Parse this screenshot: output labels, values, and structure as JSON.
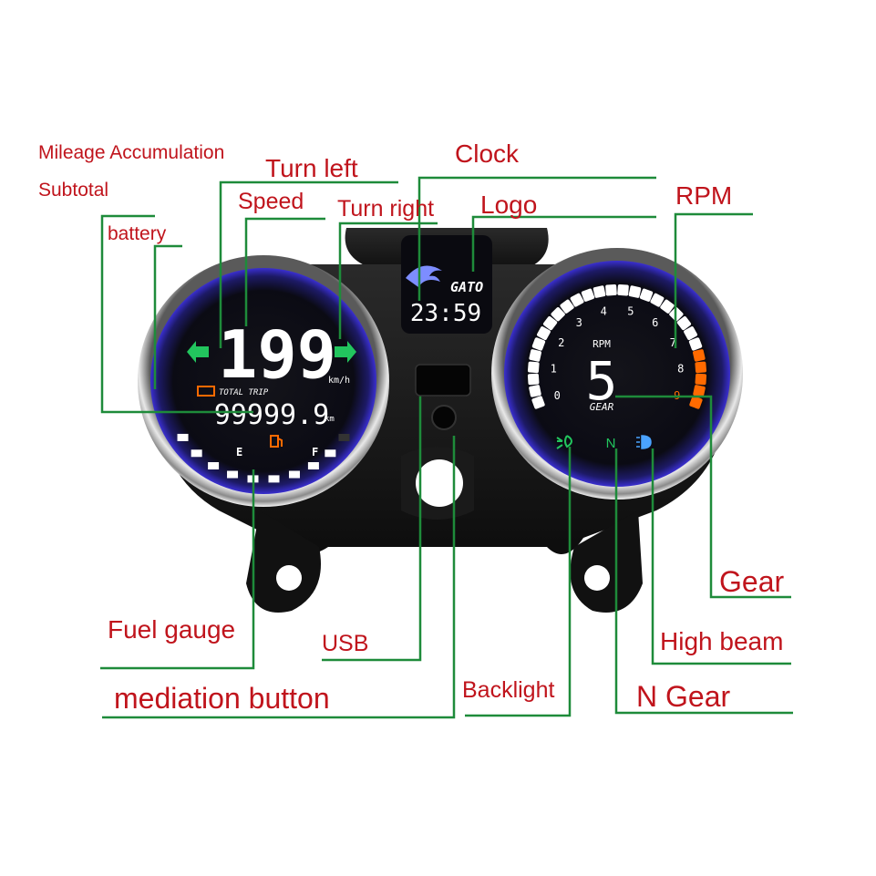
{
  "colors": {
    "label_text": "#c0141c",
    "leader_line": "#1e8b3a",
    "lcd_white": "#ffffff",
    "indicator_green": "#22c55e",
    "warning_orange": "#ff6a00",
    "housing": "#141414",
    "chrome_ring": "#c9c9c9"
  },
  "labels": {
    "mileage": "Mileage Accumulation",
    "subtotal": "Subtotal",
    "battery": "battery",
    "turn_left": "Turn left",
    "speed": "Speed",
    "turn_right": "Turn right",
    "clock": "Clock",
    "logo": "Logo",
    "rpm": "RPM",
    "gear": "Gear",
    "high_beam": "High beam",
    "n_gear": "N Gear",
    "fuel_gauge": "Fuel gauge",
    "usb": "USB",
    "mediation_button": "mediation button",
    "backlight": "Backlight"
  },
  "display": {
    "brand": "GATO",
    "clock_time": "23:59",
    "speed_value": "199",
    "speed_unit": "km/h",
    "trip_label": "TOTAL TRIP",
    "odometer": "99999.9",
    "odometer_unit": "km",
    "fuel_empty": "E",
    "fuel_full": "F",
    "rpm_label": "RPM",
    "gear_value": "5",
    "gear_label": "GEAR",
    "neutral": "N",
    "rpm_scale": [
      "0",
      "1",
      "2",
      "3",
      "4",
      "5",
      "6",
      "7",
      "8",
      "9"
    ],
    "fuel_level_fraction": 0.9
  },
  "icons": {
    "turn_left": "left-arrow-icon",
    "turn_right": "right-arrow-icon",
    "battery": "battery-icon",
    "fuel": "fuel-pump-icon",
    "backlight": "backlight-icon",
    "high_beam": "high-beam-icon",
    "logo": "lion-logo-icon"
  }
}
